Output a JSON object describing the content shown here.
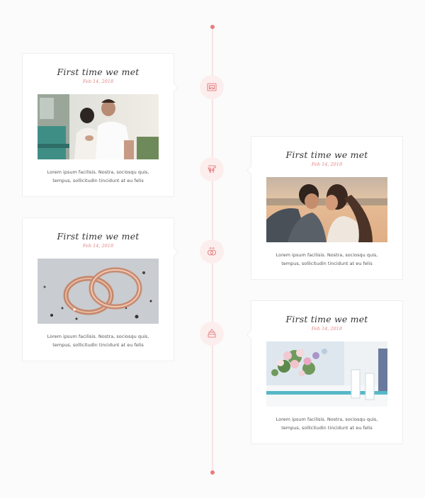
{
  "colors": {
    "accent": "#ec7b7b",
    "marker_bg": "#fdeeee",
    "line": "#f6e4e4"
  },
  "markers": [
    {
      "icon": "photo-frame-icon"
    },
    {
      "icon": "couple-icon"
    },
    {
      "icon": "rings-icon"
    },
    {
      "icon": "cake-icon"
    }
  ],
  "events": [
    {
      "title": "First time we met",
      "date": "Feb 14, 2018",
      "image": "couple-by-van-photo",
      "text": "Lorem ipsum facilisis. Nostra, sociosqu quis, tempus, sollicitudin tincidunt at eu felis"
    },
    {
      "title": "First time we met",
      "date": "Feb 14, 2018",
      "image": "couple-kissing-at-harbor-photo",
      "text": "Lorem ipsum facilisis. Nostra, sociosqu quis, tempus, sollicitudin tincidunt at eu felis"
    },
    {
      "title": "First time we met",
      "date": "Feb 14, 2018",
      "image": "wedding-rings-photo",
      "text": "Lorem ipsum facilisis. Nostra, sociosqu quis, tempus, sollicitudin tincidunt at eu felis"
    },
    {
      "title": "First time we met",
      "date": "Feb 14, 2018",
      "image": "flower-bouquet-table-photo",
      "text": "Lorem ipsum facilisis. Nostra, sociosqu quis, tempus, sollicitudin tincidunt at eu felis"
    }
  ]
}
